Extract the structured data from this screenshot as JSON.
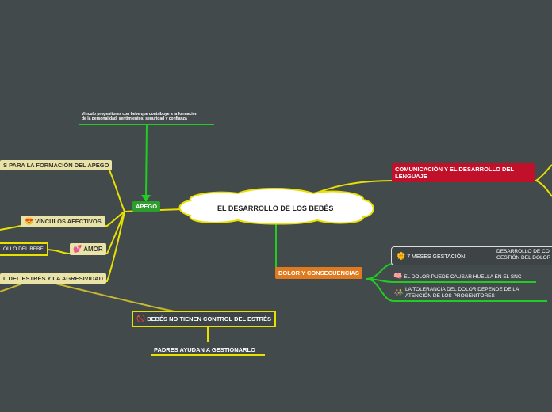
{
  "central": {
    "label": "EL DESARROLLO DE LOS BEBÉS"
  },
  "apego": {
    "label": "APEGO",
    "note_a": "Vinculo progenitores con bebe que contribuye a la formación",
    "note_b": "de la personalidad, sentimientos, seguridad y confianza",
    "branches": {
      "formacion": "S PARA LA FORMACIÓN DEL APEGO",
      "vinculos": "VÍNCULOS AFECTIVOS",
      "amor": "AMOR",
      "amor_child": "OLLO DEL BEBÉ",
      "estres": "L DEL ESTRÉS Y LA AGRESIVIDAD",
      "control": "BEBÉS NO TIENEN CONTROL DEL ESTRÉS",
      "padres": "PADRES AYUDAN A GESTIONARLO"
    }
  },
  "comunicacion": {
    "label_line1": "COMUNICACIÓN Y EL DESARROLLO DEL",
    "label_line2": "LENGUAJE"
  },
  "dolor": {
    "label": "DOLOR Y CONSECUENCIAS",
    "items": {
      "gestacion": "7 MESES GESTACIÓN:",
      "gestacion_right1": "DESARROLLO DE CO",
      "gestacion_right2": "GESTIÓN DEL DOLOR",
      "huella": "EL DOLOR PUEDE CAUSAR HUELLA EN EL SNC",
      "tolerancia1": "LA TOLERANCIA DEL DOLOR  DEPENDE DE LA",
      "tolerancia2": "ATENCIÓN DE LOS PROGENITORES"
    }
  },
  "colors": {
    "background": "#424a4c",
    "yellow_line": "#e8e000",
    "green_line": "#22cc22",
    "tan_line": "#c8b830"
  },
  "icons": [
    "heart-eyes-icon",
    "heart-icon",
    "no-entry-icon",
    "sun-face-icon",
    "brain-icon",
    "couple-icon"
  ]
}
